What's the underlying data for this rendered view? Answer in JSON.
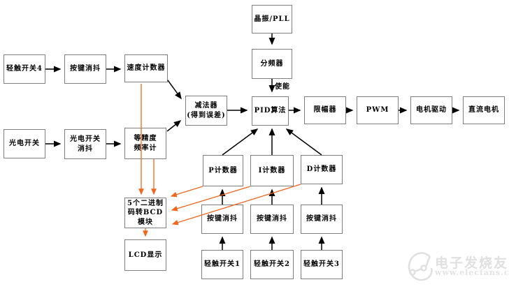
{
  "diagram": {
    "enable_label": "使能",
    "nodes": {
      "crystal": {
        "label": "晶振/PLL"
      },
      "divider": {
        "label": "分频器"
      },
      "switch4": {
        "label": "轻触开关4"
      },
      "debounce_top": {
        "label": "按键消抖"
      },
      "speed_counter": {
        "label": "速度计数器"
      },
      "photo_switch": {
        "label": "光电开关"
      },
      "photo_debounce": {
        "label": "光电开关\n消抖"
      },
      "freq_meter": {
        "label": "等精度\n频率计"
      },
      "subtractor": {
        "label": "减法器\n(得到误差)"
      },
      "pid": {
        "label": "PID算法"
      },
      "limiter": {
        "label": "限幅器"
      },
      "pwm": {
        "label": "PWM"
      },
      "motor_drive": {
        "label": "电机驱动"
      },
      "dc_motor": {
        "label": "直流电机"
      },
      "p_counter": {
        "label": "P计数器"
      },
      "i_counter": {
        "label": "I计数器"
      },
      "d_counter": {
        "label": "D计数器"
      },
      "bcd": {
        "label": "5个二进制\n码转BCD\n模块"
      },
      "lcd": {
        "label": "LCD显示"
      },
      "debounce1": {
        "label": "按键消抖"
      },
      "debounce2": {
        "label": "按键消抖"
      },
      "debounce3": {
        "label": "按键消抖"
      },
      "switch1": {
        "label": "轻触开关1"
      },
      "switch2": {
        "label": "轻触开关2"
      },
      "switch3": {
        "label": "轻触开关3"
      }
    },
    "colors": {
      "box_border": "#7f7f7f",
      "arrow_black": "#000000",
      "arrow_orange": "#f2661f"
    }
  },
  "watermark": {
    "brand": "电子发烧友",
    "url": "www.elecfans.com"
  }
}
